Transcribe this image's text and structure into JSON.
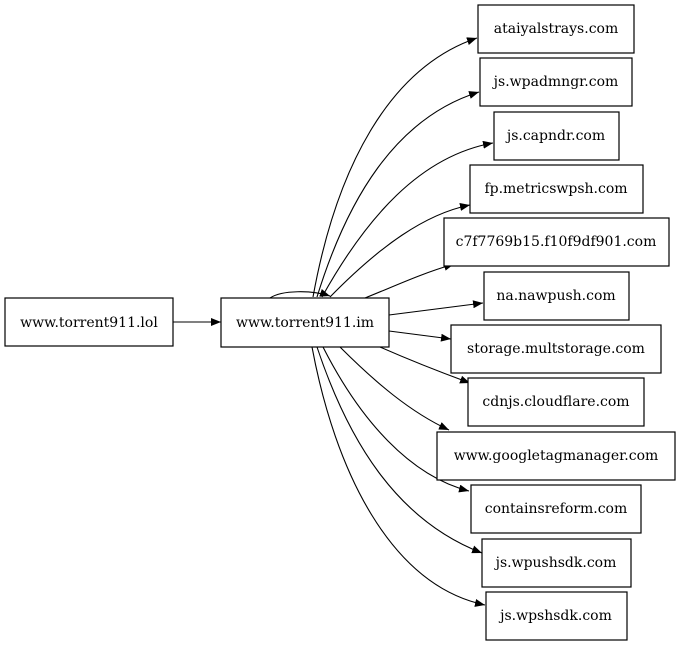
{
  "graph": {
    "source": {
      "id": "src",
      "label": "www.torrent911.lol"
    },
    "hub": {
      "id": "hub",
      "label": "www.torrent911.im"
    },
    "targets": [
      {
        "id": "t0",
        "label": "ataiyalstrays.com"
      },
      {
        "id": "t1",
        "label": "js.wpadmngr.com"
      },
      {
        "id": "t2",
        "label": "js.capndr.com"
      },
      {
        "id": "t3",
        "label": "fp.metricswpsh.com"
      },
      {
        "id": "t4",
        "label": "c7f7769b15.f10f9df901.com"
      },
      {
        "id": "t5",
        "label": "na.nawpush.com"
      },
      {
        "id": "t6",
        "label": "storage.multstorage.com"
      },
      {
        "id": "t7",
        "label": "cdnjs.cloudflare.com"
      },
      {
        "id": "t8",
        "label": "www.googletagmanager.com"
      },
      {
        "id": "t9",
        "label": "containsreform.com"
      },
      {
        "id": "t10",
        "label": "js.wpushsdk.com"
      },
      {
        "id": "t11",
        "label": "js.wpshsdk.com"
      }
    ],
    "edges": [
      {
        "from": "src",
        "to": "hub"
      },
      {
        "from": "hub",
        "to": "hub"
      },
      {
        "from": "hub",
        "to": "t0"
      },
      {
        "from": "hub",
        "to": "t1"
      },
      {
        "from": "hub",
        "to": "t2"
      },
      {
        "from": "hub",
        "to": "t3"
      },
      {
        "from": "hub",
        "to": "t4"
      },
      {
        "from": "hub",
        "to": "t5"
      },
      {
        "from": "hub",
        "to": "t6"
      },
      {
        "from": "hub",
        "to": "t7"
      },
      {
        "from": "hub",
        "to": "t8"
      },
      {
        "from": "hub",
        "to": "t9"
      },
      {
        "from": "hub",
        "to": "t10"
      },
      {
        "from": "hub",
        "to": "t11"
      }
    ]
  }
}
